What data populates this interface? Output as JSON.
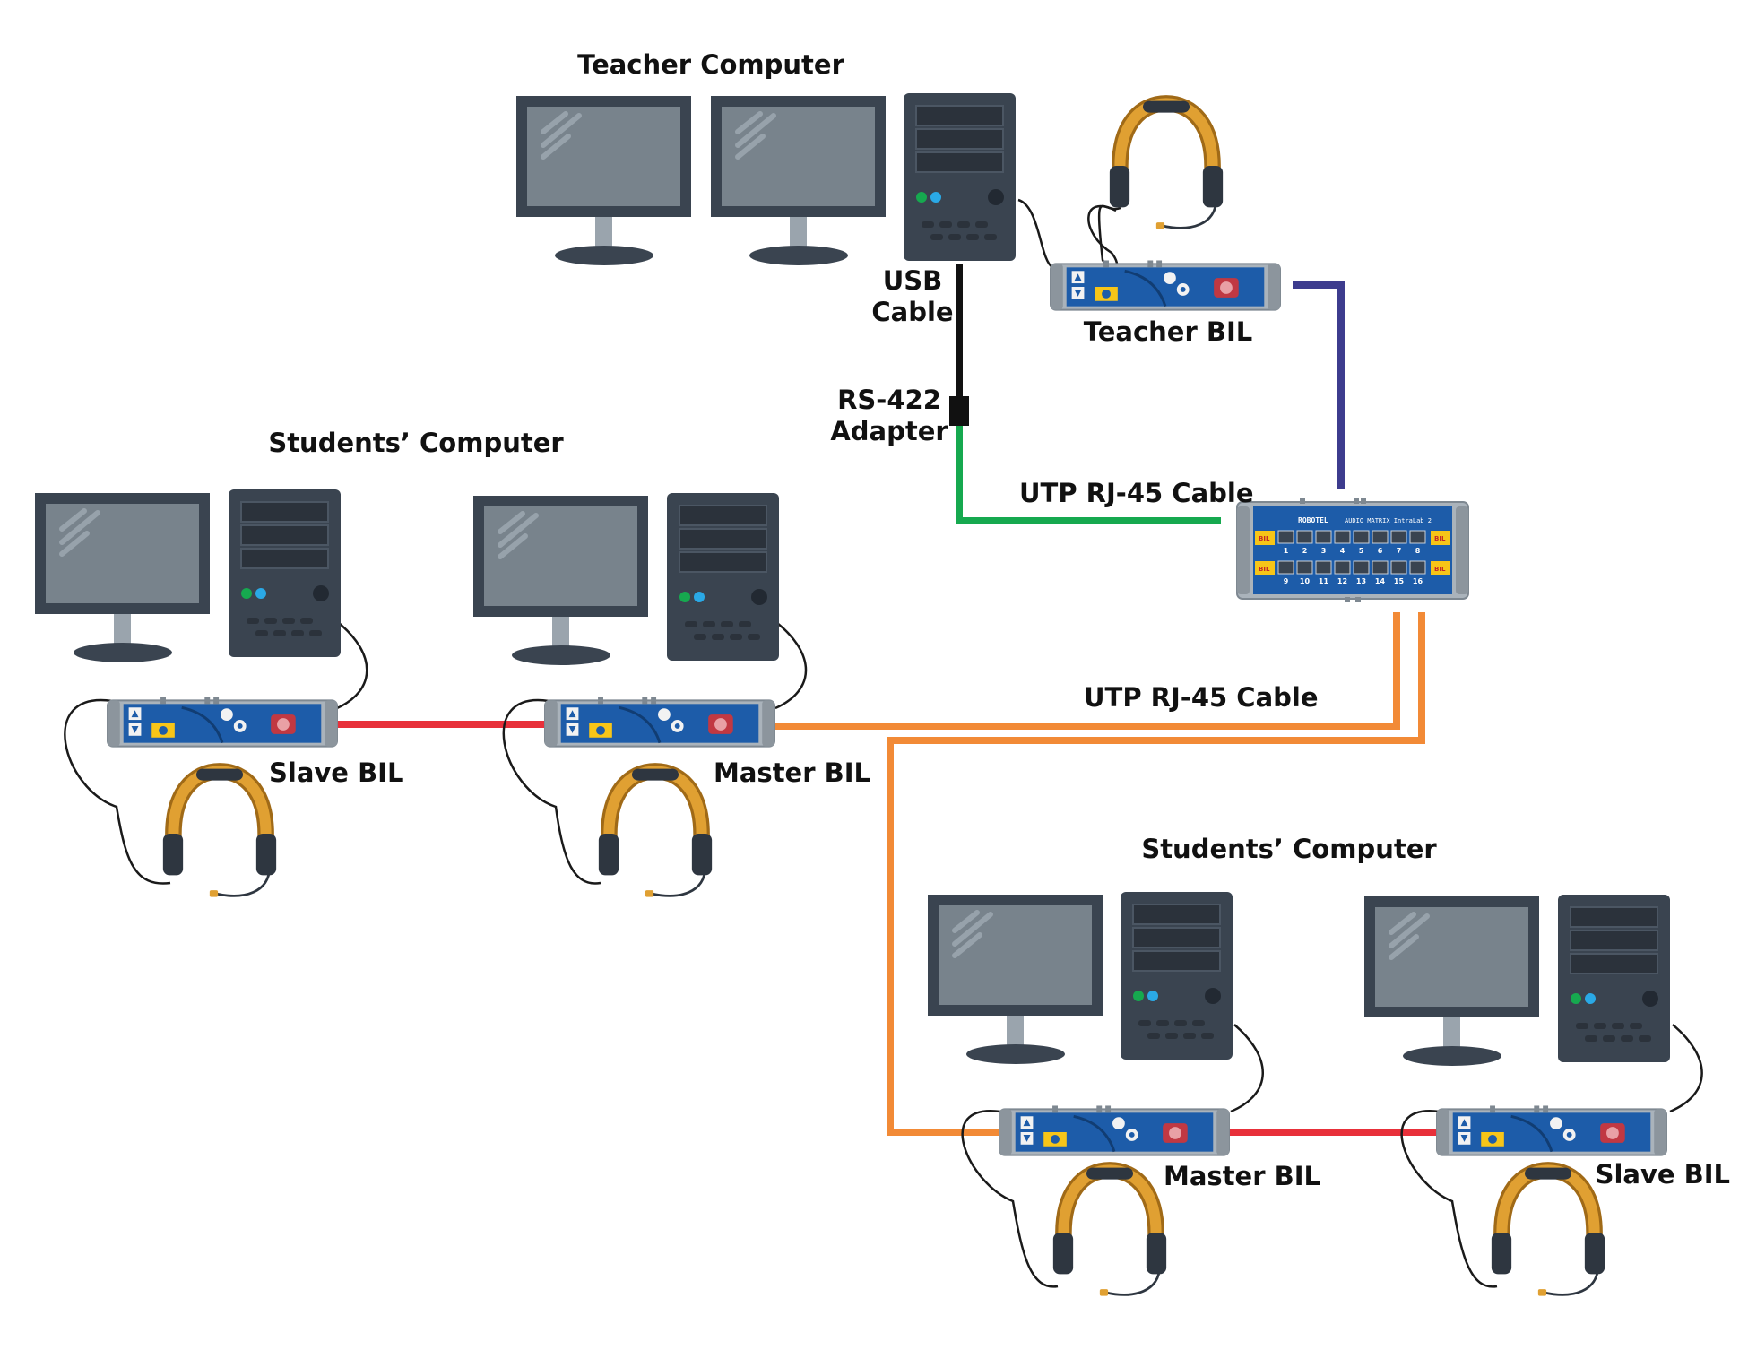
{
  "diagram": {
    "title": "",
    "teacher_computer_label": "Teacher Computer",
    "teacher_bil_label": "Teacher BIL",
    "usb_cable_label": "USB\nCable",
    "rs422_label": "RS-422\nAdapter",
    "utp_label_top": "UTP RJ-45 Cable",
    "utp_label_mid": "UTP RJ-45 Cable",
    "students_computer_left_label": "Students’ Computer",
    "students_computer_right_label": "Students’ Computer",
    "slave_bil_left_label": "Slave BIL",
    "master_bil_left_label": "Master BIL",
    "master_bil_right_label": "Master BIL",
    "slave_bil_right_label": "Slave BIL",
    "matrix_header": "AUDIO MATRIX IntraLab 2",
    "matrix_brand": "ROBOTEL",
    "matrix_port_label": "BIL",
    "matrix_ports_top": [
      "1",
      "2",
      "3",
      "4",
      "5",
      "6",
      "7",
      "8"
    ],
    "matrix_ports_bottom": [
      "9",
      "10",
      "11",
      "12",
      "13",
      "14",
      "15",
      "16"
    ],
    "colors": {
      "usb_cable": "#111111",
      "rs422_cable": "#16a94f",
      "teacher_link": "#3d3c8e",
      "slave_link": "#e8303a",
      "student_link": "#f28a36",
      "bil_body": "#1d5ca9",
      "monitor_frame": "#3a4450",
      "screen": "#78838c",
      "headset": "#e0a032"
    }
  }
}
